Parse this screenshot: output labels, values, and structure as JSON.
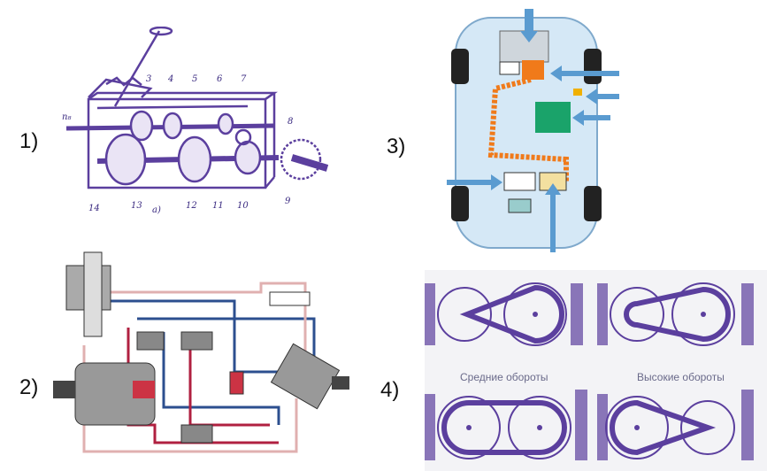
{
  "panels": [
    {
      "label": "1)",
      "subtitle": "а)",
      "part_numbers": [
        "3",
        "4",
        "5",
        "6",
        "7",
        "8",
        "9",
        "10",
        "11",
        "12",
        "13",
        "14"
      ],
      "shaft_label": "n₈"
    },
    {
      "label": "2)"
    },
    {
      "label": "3)"
    },
    {
      "label": "4)",
      "captions": [
        "Средние обороты",
        "Высокие обороты"
      ]
    }
  ],
  "colors": {
    "line": "#5b3f9e",
    "blue_arrow": "#5a9bd0",
    "orange": "#f07a1a",
    "green": "#1aa36a",
    "hydraulic_red": "#b02040",
    "hydraulic_blue": "#2c4f8f"
  }
}
